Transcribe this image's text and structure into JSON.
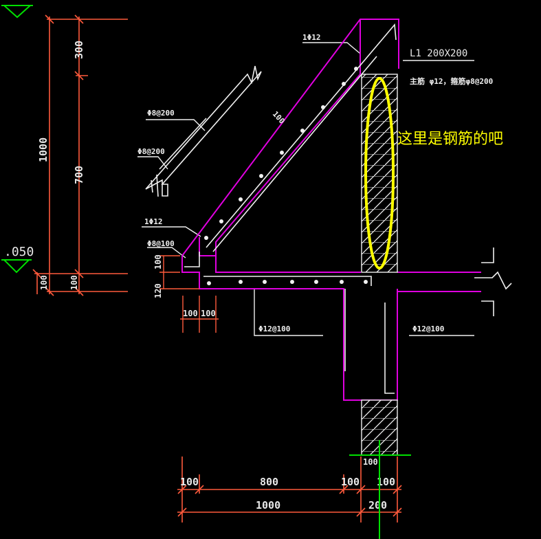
{
  "elevation_label": ".050",
  "dims_left": {
    "top": "300",
    "total": "1000",
    "middle": "700",
    "bottom_a": "100",
    "bottom_b": "100"
  },
  "dims_detail": {
    "h1": "100",
    "h2": "120",
    "w1": "100",
    "w2": "100"
  },
  "dims_bottom": {
    "seg1": "100",
    "seg2": "800",
    "seg3": "100",
    "seg4": "100",
    "total1": "1000",
    "total2": "200",
    "wall": "100"
  },
  "labels": {
    "beam": "L1 200X200",
    "beam_rebar": "主筋 φ12，箍筋φ8@200",
    "top_bar": "1Φ12",
    "slab_thk": "100",
    "dist_bar_1": "Φ8@200",
    "dist_bar_2": "Φ8@200",
    "edge_bar": "1Φ12",
    "edge_bar_2": "Φ8@100",
    "slab_bar_left": "Φ12@100",
    "slab_bar_right": "Φ12@100"
  },
  "annotation": "这里是钢筋的吧",
  "colors": {
    "background": "#000000",
    "outline": "#e000e0",
    "dimension": "#ff5a3c",
    "text": "#f0f0f0",
    "highlight": "#ffff00",
    "axis": "#00e000"
  }
}
